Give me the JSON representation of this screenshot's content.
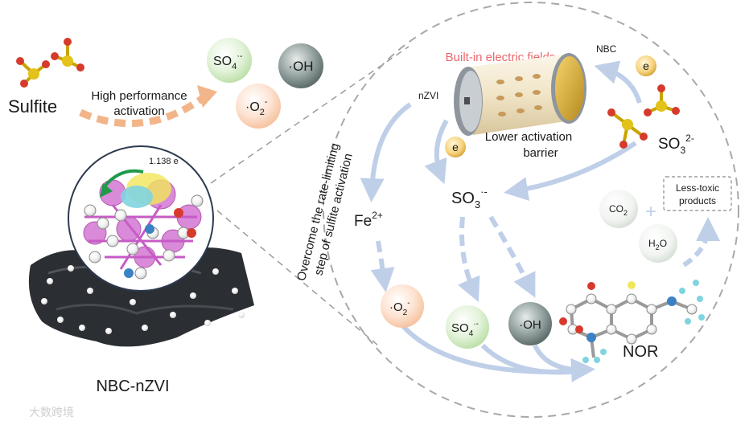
{
  "left_panel": {
    "sulfite_label": "Sulfite",
    "activation_line1": "High performance",
    "activation_line2": "activation",
    "electron_value": "1.138 e",
    "catalyst_label": "NBC-nZVI"
  },
  "radicals_top": {
    "so4": {
      "base": "SO",
      "sub": "4",
      "sup": "·-"
    },
    "oh": "·OH",
    "o2": {
      "base": "·O",
      "sub": "2",
      "sup": "-"
    }
  },
  "circle_panel": {
    "side_text_line1": "Overcome the rate-limiting",
    "side_text_line2": "step of sulfite activation",
    "builtin_field_label": "Built-in electric fields",
    "nbc_label": "NBC",
    "nzvi_label": "nZVI",
    "electron_symbol": "e",
    "barrier_line1": "Lower activation",
    "barrier_line2": "barrier",
    "so3_2minus": {
      "base": "SO",
      "sub": "3",
      "sup": "2-"
    },
    "so3_radical": {
      "base": "SO",
      "sub": "3",
      "sup": "·-"
    },
    "fe2plus": {
      "base": "Fe",
      "sup": "2+"
    },
    "co2": {
      "base": "CO",
      "sub": "2"
    },
    "h2o": {
      "base": "H",
      "sub": "2",
      "tail": "O"
    },
    "less_toxic_line1": "Less-toxic",
    "less_toxic_line2": "products",
    "o2_radical": {
      "base": "·O",
      "sub": "2",
      "sup": "-"
    },
    "so4_radical": {
      "base": "SO",
      "sub": "4",
      "sup": "·-"
    },
    "oh_radical": "·OH",
    "nor_label": "NOR"
  },
  "watermark": "大数跨境",
  "colors": {
    "arrow_blue": "#bfcfe8",
    "arrow_orange": "#f2b58a",
    "field_red": "#e9686d",
    "so4_green": "#d6ecc9",
    "o2_peach": "#fbd9c2",
    "oh_gray": "#7d8c8a"
  }
}
